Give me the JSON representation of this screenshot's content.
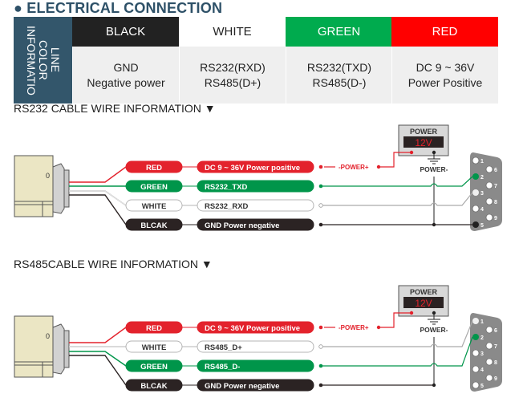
{
  "header": {
    "title": "● ELECTRICAL CONNECTION"
  },
  "color_table": {
    "side_header": "LINE\nCOLOR\nINFORMATIO",
    "columns": [
      {
        "color_name": "BLACK",
        "bg": "#222222",
        "fg": "#ffffff",
        "lines": [
          "GND",
          "Negative power"
        ]
      },
      {
        "color_name": "WHITE",
        "bg": "#ffffff",
        "fg": "#222222",
        "lines": [
          "RS232(RXD)",
          "RS485(D+)"
        ]
      },
      {
        "color_name": "GREEN",
        "bg": "#00ab4e",
        "fg": "#ffffff",
        "lines": [
          "RS232(TXD)",
          "RS485(D-)"
        ]
      },
      {
        "color_name": "RED",
        "bg": "#ff0000",
        "fg": "#ffffff",
        "lines": [
          "DC 9 ~ 36V",
          "Power Positive"
        ]
      }
    ]
  },
  "colors": {
    "red": "#e3222c",
    "green": "#00954a",
    "white": "#ffffff",
    "black": "#2b2323",
    "connector": "#8a8a8a"
  },
  "diagrams": [
    {
      "title": "RS232 CABLE WIRE INFORMATION ▼",
      "device_mark": "0",
      "wires": [
        {
          "color": "red",
          "label": "RED",
          "signal": "DC 9 ~ 36V Power positive"
        },
        {
          "color": "green",
          "label": "GREEN",
          "signal": "RS232_TXD"
        },
        {
          "color": "white",
          "label": "WHITE",
          "signal": "RS232_RXD"
        },
        {
          "color": "black",
          "label": "BLCAK",
          "signal": "GND Power negative"
        }
      ],
      "power_supply": {
        "title": "POWER",
        "voltage": "12V",
        "positive_label": "-POWER+",
        "negative_label": "POWER-"
      },
      "db9": {
        "pins_left": [
          "1",
          "2",
          "3",
          "4",
          "5"
        ],
        "pins_right": [
          "6",
          "7",
          "8",
          "9"
        ],
        "connected": {
          "green": "2",
          "white": "3",
          "black": "5"
        }
      }
    },
    {
      "title": "RS485CABLE WIRE INFORMATION ▼",
      "device_mark": "0",
      "wires": [
        {
          "color": "red",
          "label": "RED",
          "signal": "DC 9 ~ 36V Power positive"
        },
        {
          "color": "white",
          "label": "WHITE",
          "signal": "RS485_D+"
        },
        {
          "color": "green",
          "label": "GREEN",
          "signal": "RS485_D-"
        },
        {
          "color": "black",
          "label": "BLCAK",
          "signal": "GND Power negative"
        }
      ],
      "power_supply": {
        "title": "POWER",
        "voltage": "12V",
        "positive_label": "-POWER+",
        "negative_label": "POWER-"
      },
      "db9": {
        "pins_left": [
          "1",
          "2",
          "3",
          "4",
          "5"
        ],
        "pins_right": [
          "6",
          "7",
          "8",
          "9"
        ],
        "connected": {
          "white": "1",
          "green": "2"
        }
      }
    }
  ]
}
